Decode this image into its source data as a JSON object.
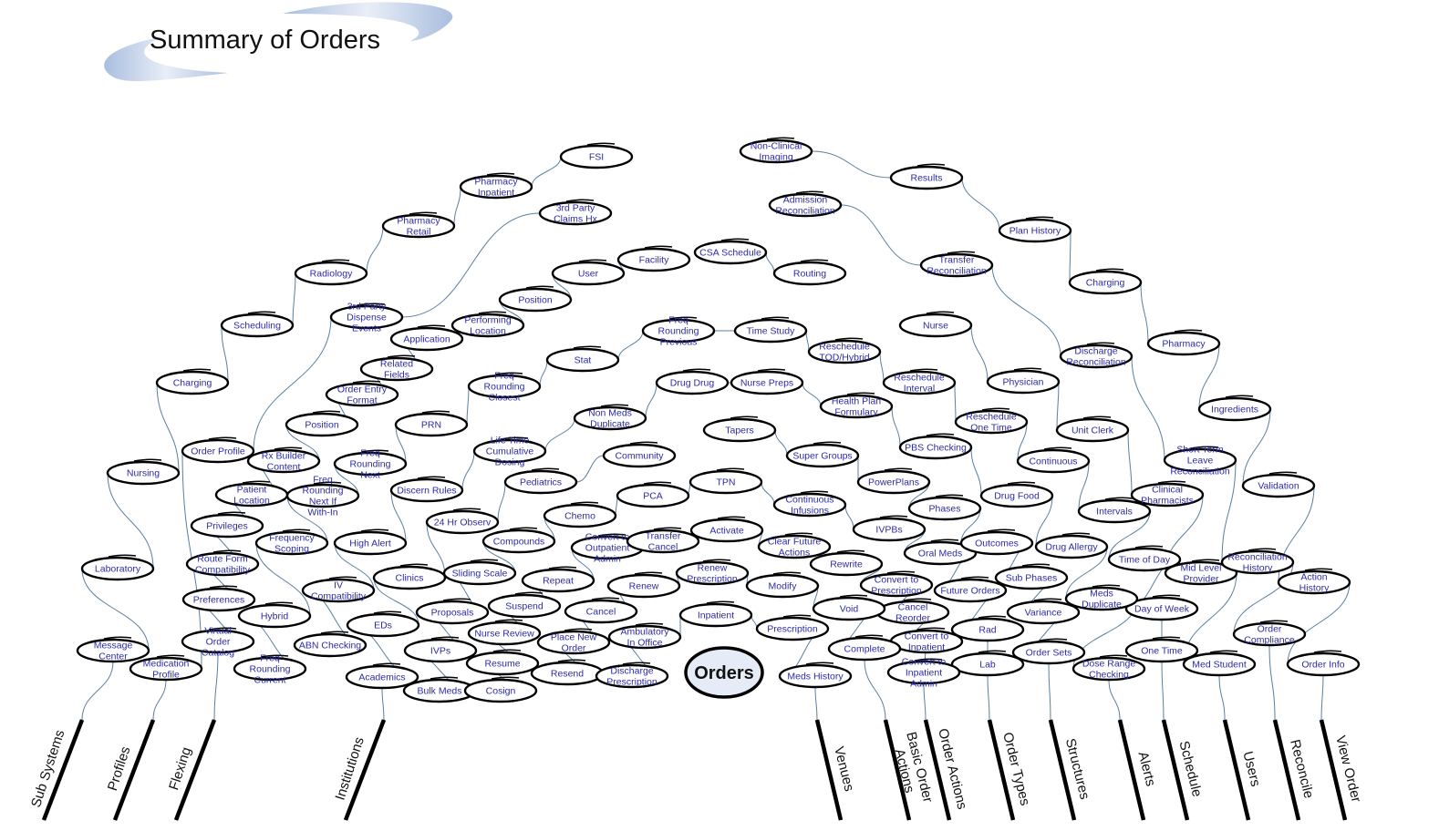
{
  "title": "Summary of Orders",
  "colors": {
    "node_text": "#2b2ba8",
    "node_border": "#000000",
    "edge": "#5a7ea0",
    "root_fill": "#e6ecf7",
    "swoosh": "#a9bedf"
  },
  "root": {
    "label": "Orders"
  },
  "categories": [
    {
      "id": "subsystems",
      "label": "Sub Systems",
      "chain": [
        {
          "label": "Message Center"
        },
        {
          "label": "Laboratory"
        },
        {
          "label": "Nursing"
        },
        {
          "label": "Charging"
        },
        {
          "label": "Scheduling"
        },
        {
          "label": "Radiology"
        },
        {
          "label": "Pharmacy Retail"
        },
        {
          "label": "Pharmacy Inpatient"
        },
        {
          "label": "FSI"
        }
      ]
    },
    {
      "id": "profiles",
      "label": "Profiles",
      "chain": [
        {
          "label": "Medication Profile"
        },
        {
          "label": "Order Profile"
        },
        {
          "label": "3rd Party Dispense Events"
        },
        {
          "label": "3rd Party Claims Hx"
        }
      ]
    },
    {
      "id": "flexing",
      "label": "Flexing",
      "chain": [
        {
          "label": "Virtual Order Catalog"
        },
        {
          "label": "Preferences"
        },
        {
          "label": "Route Form Compatibility"
        },
        {
          "label": "Privileges"
        },
        {
          "label": "Patient Location"
        },
        {
          "label": "Rx Builder Content"
        },
        {
          "label": "Position"
        },
        {
          "label": "Order Entry Format"
        },
        {
          "label": "Related Fields"
        },
        {
          "label": "Application"
        },
        {
          "label": "Performing Location"
        },
        {
          "label": "Position"
        },
        {
          "label": "User"
        },
        {
          "label": "Facility"
        }
      ]
    },
    {
      "id": "freq",
      "label": "",
      "chain": [
        {
          "label": "Freq Rounding Current"
        },
        {
          "label": "Hybrid"
        },
        {
          "label": "Frequency Scoping"
        },
        {
          "label": "Freq Rounding Next If With-In"
        },
        {
          "label": "Freq Rounding Next"
        },
        {
          "label": "PRN"
        },
        {
          "label": "Freq Rounding Closest"
        },
        {
          "label": "Stat"
        },
        {
          "label": "Freq Rounding Previous"
        },
        {
          "label": "Time Study"
        },
        {
          "label": "Reschedule TOD/Hybrid"
        },
        {
          "label": "Reschedule Interval"
        },
        {
          "label": "Reschedule One Time"
        },
        {
          "label": "Continuous"
        },
        {
          "label": "Intervals"
        },
        {
          "label": "Time of Day"
        },
        {
          "label": "Day of Week"
        },
        {
          "label": "One Time"
        }
      ]
    },
    {
      "id": "institutions",
      "label": "Institutions",
      "chain": [
        {
          "label": "Academics"
        },
        {
          "label": "EDs"
        },
        {
          "label": "Clinics"
        },
        {
          "label": "24 Hr Observ"
        },
        {
          "label": "Pediatrics"
        },
        {
          "label": "Community"
        }
      ]
    },
    {
      "id": "alerts",
      "label": "Alerts",
      "chain": [
        {
          "label": "ABN Checking"
        },
        {
          "label": "IV Compatibility"
        },
        {
          "label": "High Alert"
        },
        {
          "label": "Discern Rules"
        },
        {
          "label": "Life Time Cumulative Dosing"
        },
        {
          "label": "Non Meds Duplicate"
        },
        {
          "label": "Drug Drug"
        },
        {
          "label": "Nurse Preps"
        },
        {
          "label": "Health Plan Formulary"
        },
        {
          "label": "PBS Checking"
        },
        {
          "label": "Drug Food"
        },
        {
          "label": "Drug Allergy"
        },
        {
          "label": "Meds Duplicate"
        },
        {
          "label": "Dose Range Checking"
        }
      ]
    },
    {
      "id": "ordertypes",
      "label": "Order Types",
      "chain": [
        {
          "label": "Bulk Meds"
        },
        {
          "label": "IVPs"
        },
        {
          "label": "Proposals"
        },
        {
          "label": "Sliding Scale"
        },
        {
          "label": "Compounds"
        },
        {
          "label": "Chemo"
        },
        {
          "label": "PCA"
        },
        {
          "label": "TPN"
        },
        {
          "label": "Continuous Infusions"
        },
        {
          "label": "IVPBs"
        },
        {
          "label": "Oral Meds"
        },
        {
          "label": "Future Orders"
        },
        {
          "label": "Rad"
        },
        {
          "label": "Lab"
        }
      ]
    },
    {
      "id": "orderactions",
      "label": "Order Actions",
      "chain": [
        {
          "label": "Cosign"
        },
        {
          "label": "Resume"
        },
        {
          "label": "Nurse Review"
        },
        {
          "label": "Suspend"
        },
        {
          "label": "Repeat"
        },
        {
          "label": "Convert to Outpatient Admin"
        },
        {
          "label": "Transfer Cancel"
        },
        {
          "label": "Activate"
        },
        {
          "label": "Clear Future Actions"
        },
        {
          "label": "Rewrite"
        },
        {
          "label": "Convert to Prescription"
        },
        {
          "label": "Cancel Reorder"
        },
        {
          "label": "Convert to Inpatient"
        },
        {
          "label": "Convert to Inpatient Admin"
        }
      ]
    },
    {
      "id": "basic",
      "label": "Basic Order Actions",
      "chain": [
        {
          "label": "Resend"
        },
        {
          "label": "Place New Order"
        },
        {
          "label": "Cancel"
        },
        {
          "label": "Renew"
        },
        {
          "label": "Renew Prescription"
        },
        {
          "label": "Modify"
        },
        {
          "label": "Void"
        },
        {
          "label": "Complete"
        }
      ]
    },
    {
      "id": "venues",
      "label": "Venues",
      "chain": [
        {
          "label": "Discharge Prescription"
        },
        {
          "label": "Ambulatory In Office"
        },
        {
          "label": "Inpatient"
        },
        {
          "label": "Prescription"
        },
        {
          "label": "Meds History"
        }
      ]
    },
    {
      "id": "structures",
      "label": "Structures",
      "chain": [
        {
          "label": "Tapers"
        },
        {
          "label": "Super Groups"
        },
        {
          "label": "PowerPlans"
        },
        {
          "label": "Phases"
        },
        {
          "label": "Outcomes"
        },
        {
          "label": "Sub Phases"
        },
        {
          "label": "Variance"
        },
        {
          "label": "Order Sets"
        }
      ]
    },
    {
      "id": "users",
      "label": "Users",
      "chain": [
        {
          "label": "Nurse"
        },
        {
          "label": "Physician"
        },
        {
          "label": "Unit Clerk"
        },
        {
          "label": "Clinical Pharmacists"
        },
        {
          "label": "Mid Level Provider"
        },
        {
          "label": "Med Student"
        }
      ]
    },
    {
      "id": "reconcile",
      "label": "Reconcile",
      "chain": [
        {
          "label": "Admission Reconciliation"
        },
        {
          "label": "Transfer Reconciliation"
        },
        {
          "label": "Discharge Reconciliation"
        },
        {
          "label": "Short Term Leave Reconciliation"
        },
        {
          "label": "Reconciliation History"
        },
        {
          "label": "Order Compliance"
        }
      ]
    },
    {
      "id": "vieworder",
      "label": "View Order",
      "chain": [
        {
          "label": "Non-Clinical Imaging"
        },
        {
          "label": "Results"
        },
        {
          "label": "Plan History"
        },
        {
          "label": "Charging"
        },
        {
          "label": "Pharmacy"
        },
        {
          "label": "Ingredients"
        },
        {
          "label": "Validation"
        },
        {
          "label": "Action History"
        },
        {
          "label": "Order Info"
        }
      ]
    },
    {
      "id": "schedule",
      "label": "Schedule",
      "chain": [
        {
          "label": "CSA Schedule"
        },
        {
          "label": "Routing"
        }
      ]
    }
  ]
}
